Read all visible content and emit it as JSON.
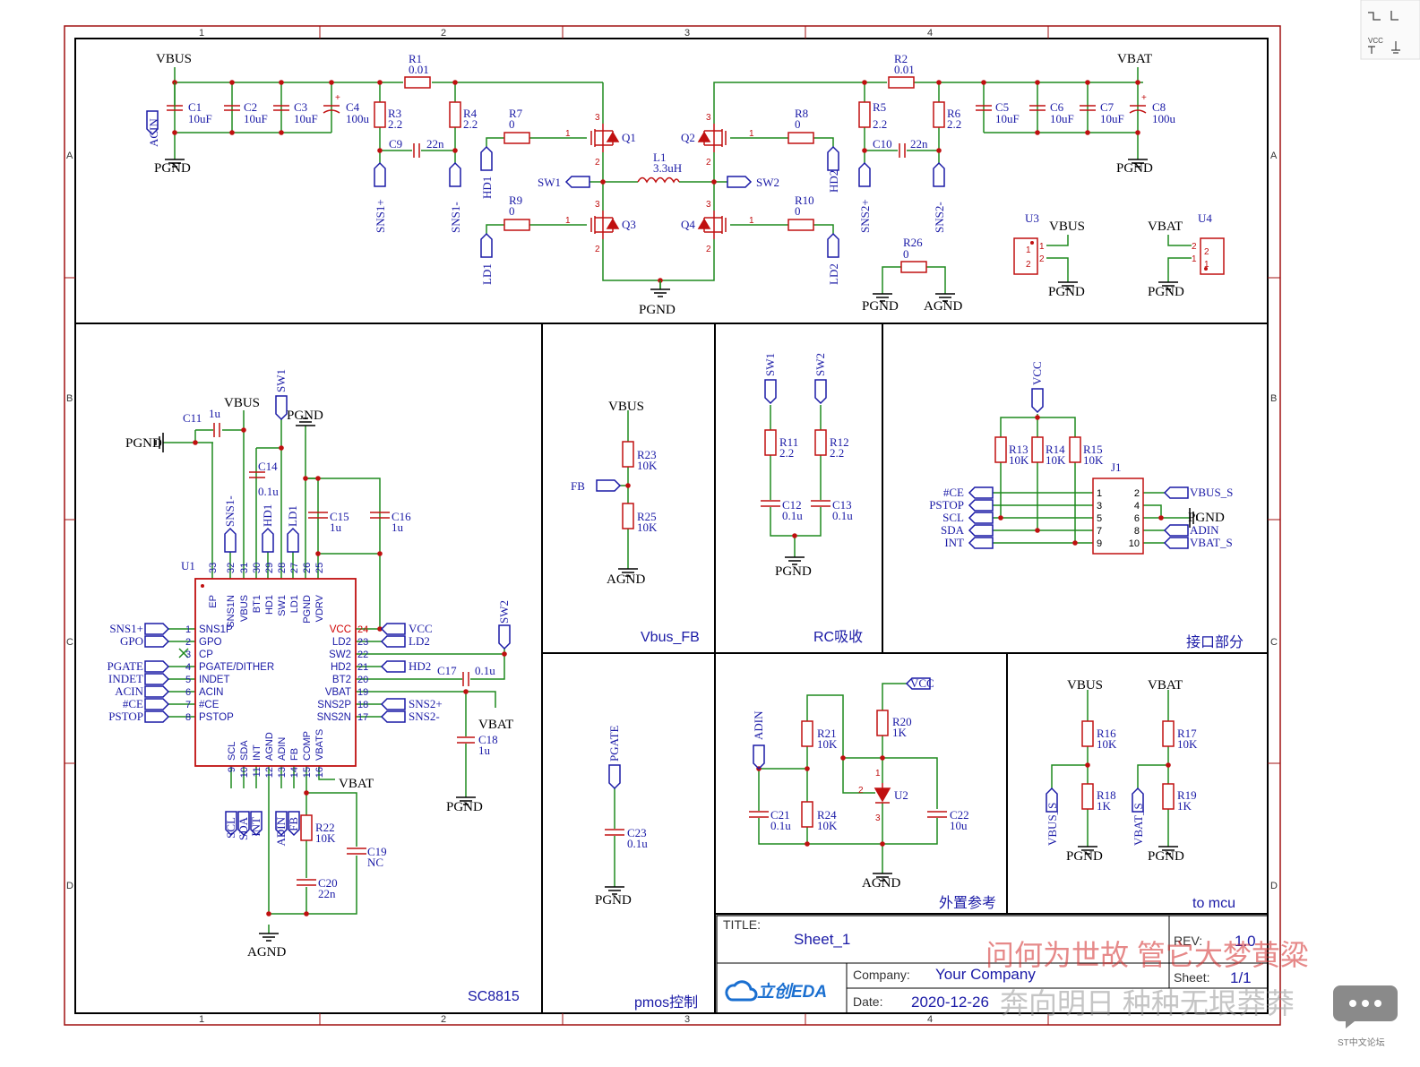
{
  "frame": {
    "col_labels": [
      "1",
      "2",
      "3",
      "4"
    ],
    "row_labels": [
      "A",
      "B",
      "C",
      "D"
    ]
  },
  "sections": {
    "sc8815": "SC8815",
    "vbus_fb": "Vbus_FB",
    "rc": "RC吸收",
    "interface": "接口部分",
    "pmos": "pmos控制",
    "ref": "外置参考",
    "mcu": "to mcu"
  },
  "top": {
    "vbus": "VBUS",
    "vbat": "VBAT",
    "pgnd": "PGND",
    "agnd": "AGND",
    "acin": "ACIN",
    "sw1": "SW1",
    "sw2": "SW2",
    "hd1": "HD1",
    "hd2": "HD2",
    "ld1": "LD1",
    "ld2": "LD2",
    "sns1p": "SNS1+",
    "sns1n": "SNS1-",
    "sns2p": "SNS2+",
    "sns2n": "SNS2-",
    "l1": "L1",
    "l1v": "3.3uH",
    "q1": "Q1",
    "q2": "Q2",
    "q3": "Q3",
    "q4": "Q4",
    "u3": "U3",
    "u4": "U4",
    "pin1": "1",
    "pin2": "2",
    "pin3": "3",
    "c1": "C1",
    "c2": "C2",
    "c3": "C3",
    "c4": "C4",
    "c5": "C5",
    "c6": "C6",
    "c7": "C7",
    "c8": "C8",
    "c9": "C9",
    "c10": "C10",
    "v10u": "10uF",
    "v100u": "100u",
    "v22n": "22n",
    "r1": "R1",
    "r2": "R2",
    "v001": "0.01",
    "r3": "R3",
    "r4": "R4",
    "r5": "R5",
    "r6": "R6",
    "v22": "2.2",
    "r7": "R7",
    "r8": "R8",
    "r9": "R9",
    "r10": "R10",
    "r26": "R26",
    "v0": "0",
    "plus": "+"
  },
  "u1": {
    "ref": "U1",
    "vbus": "VBUS",
    "pgnd": "PGND",
    "vbat": "VBAT",
    "agnd": "AGND",
    "sw1": "SW1",
    "sw2": "SW2",
    "c11": "C11",
    "c11v": "1u",
    "c14": "C14",
    "c14v": "0.1u",
    "c15": "C15",
    "c15v": "1u",
    "c16": "C16",
    "c16v": "1u",
    "c17": "C17",
    "c17v": "0.1u",
    "c18": "C18",
    "c18v": "1u",
    "c19": "C19",
    "c19v": "NC",
    "c20": "C20",
    "c20v": "22n",
    "r22": "R22",
    "r22v": "10K",
    "top_pins": [
      {
        "num": "33",
        "name": "EP"
      },
      {
        "num": "32",
        "name": "SNS1N"
      },
      {
        "num": "31",
        "name": "VBUS"
      },
      {
        "num": "30",
        "name": "BT1"
      },
      {
        "num": "29",
        "name": "HD1"
      },
      {
        "num": "28",
        "name": "SW1"
      },
      {
        "num": "27",
        "name": "LD1"
      },
      {
        "num": "26",
        "name": "PGND"
      },
      {
        "num": "25",
        "name": "VDRV"
      }
    ],
    "top_nets": [
      "SNS1-",
      "HD1",
      "LD1"
    ],
    "left_pins": [
      {
        "num": "1",
        "name": "SNS1P"
      },
      {
        "num": "2",
        "name": "GPO"
      },
      {
        "num": "3",
        "name": "CP"
      },
      {
        "num": "4",
        "name": "PGATE/DITHER"
      },
      {
        "num": "5",
        "name": "INDET"
      },
      {
        "num": "6",
        "name": "ACIN"
      },
      {
        "num": "7",
        "name": "#CE"
      },
      {
        "num": "8",
        "name": "PSTOP"
      }
    ],
    "left_nets": [
      "SNS1+",
      "GPO",
      "",
      "PGATE",
      "INDET",
      "ACIN",
      "#CE",
      "PSTOP"
    ],
    "right_pins": [
      {
        "num": "24",
        "name": "VCC"
      },
      {
        "num": "23",
        "name": "LD2"
      },
      {
        "num": "22",
        "name": "SW2"
      },
      {
        "num": "21",
        "name": "HD2"
      },
      {
        "num": "20",
        "name": "BT2"
      },
      {
        "num": "19",
        "name": "VBAT"
      },
      {
        "num": "18",
        "name": "SNS2P"
      },
      {
        "num": "17",
        "name": "SNS2N"
      }
    ],
    "right_nets": [
      "VCC",
      "LD2",
      "",
      "HD2",
      "",
      "",
      "SNS2+",
      "SNS2-"
    ],
    "bottom_pins": [
      {
        "num": "9",
        "name": "SCL"
      },
      {
        "num": "10",
        "name": "SDA"
      },
      {
        "num": "11",
        "name": "INT"
      },
      {
        "num": "12",
        "name": "AGND"
      },
      {
        "num": "13",
        "name": "ADIN"
      },
      {
        "num": "14",
        "name": "FB"
      },
      {
        "num": "15",
        "name": "COMP"
      },
      {
        "num": "16",
        "name": "VBATS"
      }
    ],
    "bottom_nets": [
      "SCL",
      "SDA",
      "INT",
      "ADIN",
      "FB"
    ]
  },
  "vbusfb": {
    "vbus": "VBUS",
    "fb": "FB",
    "agnd": "AGND",
    "r23": "R23",
    "r23v": "10K",
    "r25": "R25",
    "r25v": "10K"
  },
  "rc": {
    "sw1": "SW1",
    "sw2": "SW2",
    "pgnd": "PGND",
    "r11": "R11",
    "r12": "R12",
    "rv": "2.2",
    "c12": "C12",
    "c13": "C13",
    "cv": "0.1u"
  },
  "iface": {
    "vcc": "VCC",
    "j1": "J1",
    "r13": "R13",
    "r14": "R14",
    "r15": "R15",
    "rv": "10K",
    "left": [
      "#CE",
      "PSTOP",
      "SCL",
      "SDA",
      "INT"
    ],
    "left_nums": [
      "1",
      "3",
      "5",
      "7",
      "9"
    ],
    "right": [
      "VBUS_S",
      "",
      "PGND",
      "ADIN",
      "VBAT_S"
    ],
    "right_nums": [
      "2",
      "4",
      "6",
      "8",
      "10"
    ]
  },
  "pmos": {
    "pgate": "PGATE",
    "pgnd": "PGND",
    "c23": "C23",
    "c23v": "0.1u"
  },
  "ref": {
    "vcc": "VCC",
    "adin": "ADIN",
    "agnd": "AGND",
    "u2": "U2",
    "r20": "R20",
    "r20v": "1K",
    "r21": "R21",
    "r21v": "10K",
    "r24": "R24",
    "r24v": "10K",
    "c21": "C21",
    "c21v": "0.1u",
    "c22": "C22",
    "c22v": "10u",
    "p1": "1",
    "p2": "2",
    "p3": "3"
  },
  "mcu": {
    "vbus": "VBUS",
    "vbat": "VBAT",
    "pgnd": "PGND",
    "vbus_s": "VBUS_S",
    "vbat_s": "VBAT_S",
    "r16": "R16",
    "r16v": "10K",
    "r17": "R17",
    "r17v": "10K",
    "r18": "R18",
    "r18v": "1K",
    "r19": "R19",
    "r19v": "1K"
  },
  "title_block": {
    "title_label": "TITLE:",
    "title": "Sheet_1",
    "rev_label": "REV:",
    "rev": "1.0",
    "company_label": "Company:",
    "company": "Your Company",
    "sheet_label": "Sheet:",
    "sheet": "1/1",
    "date_label": "Date:",
    "date": "2020-12-26",
    "logo": "立创EDA"
  },
  "overlay": {
    "wm1": "问何为世故 管它大梦黄粱",
    "wm2": "奔向明日 种种无垠莽莽",
    "forum": "ST中文论坛",
    "toolbar_vcc": "VCC"
  },
  "colors": {
    "frame": "#a01010",
    "wire": "#1f8a1f",
    "part": "#c01010",
    "text": "#1a1aa6",
    "border": "#000000",
    "junction": "#c01010"
  }
}
